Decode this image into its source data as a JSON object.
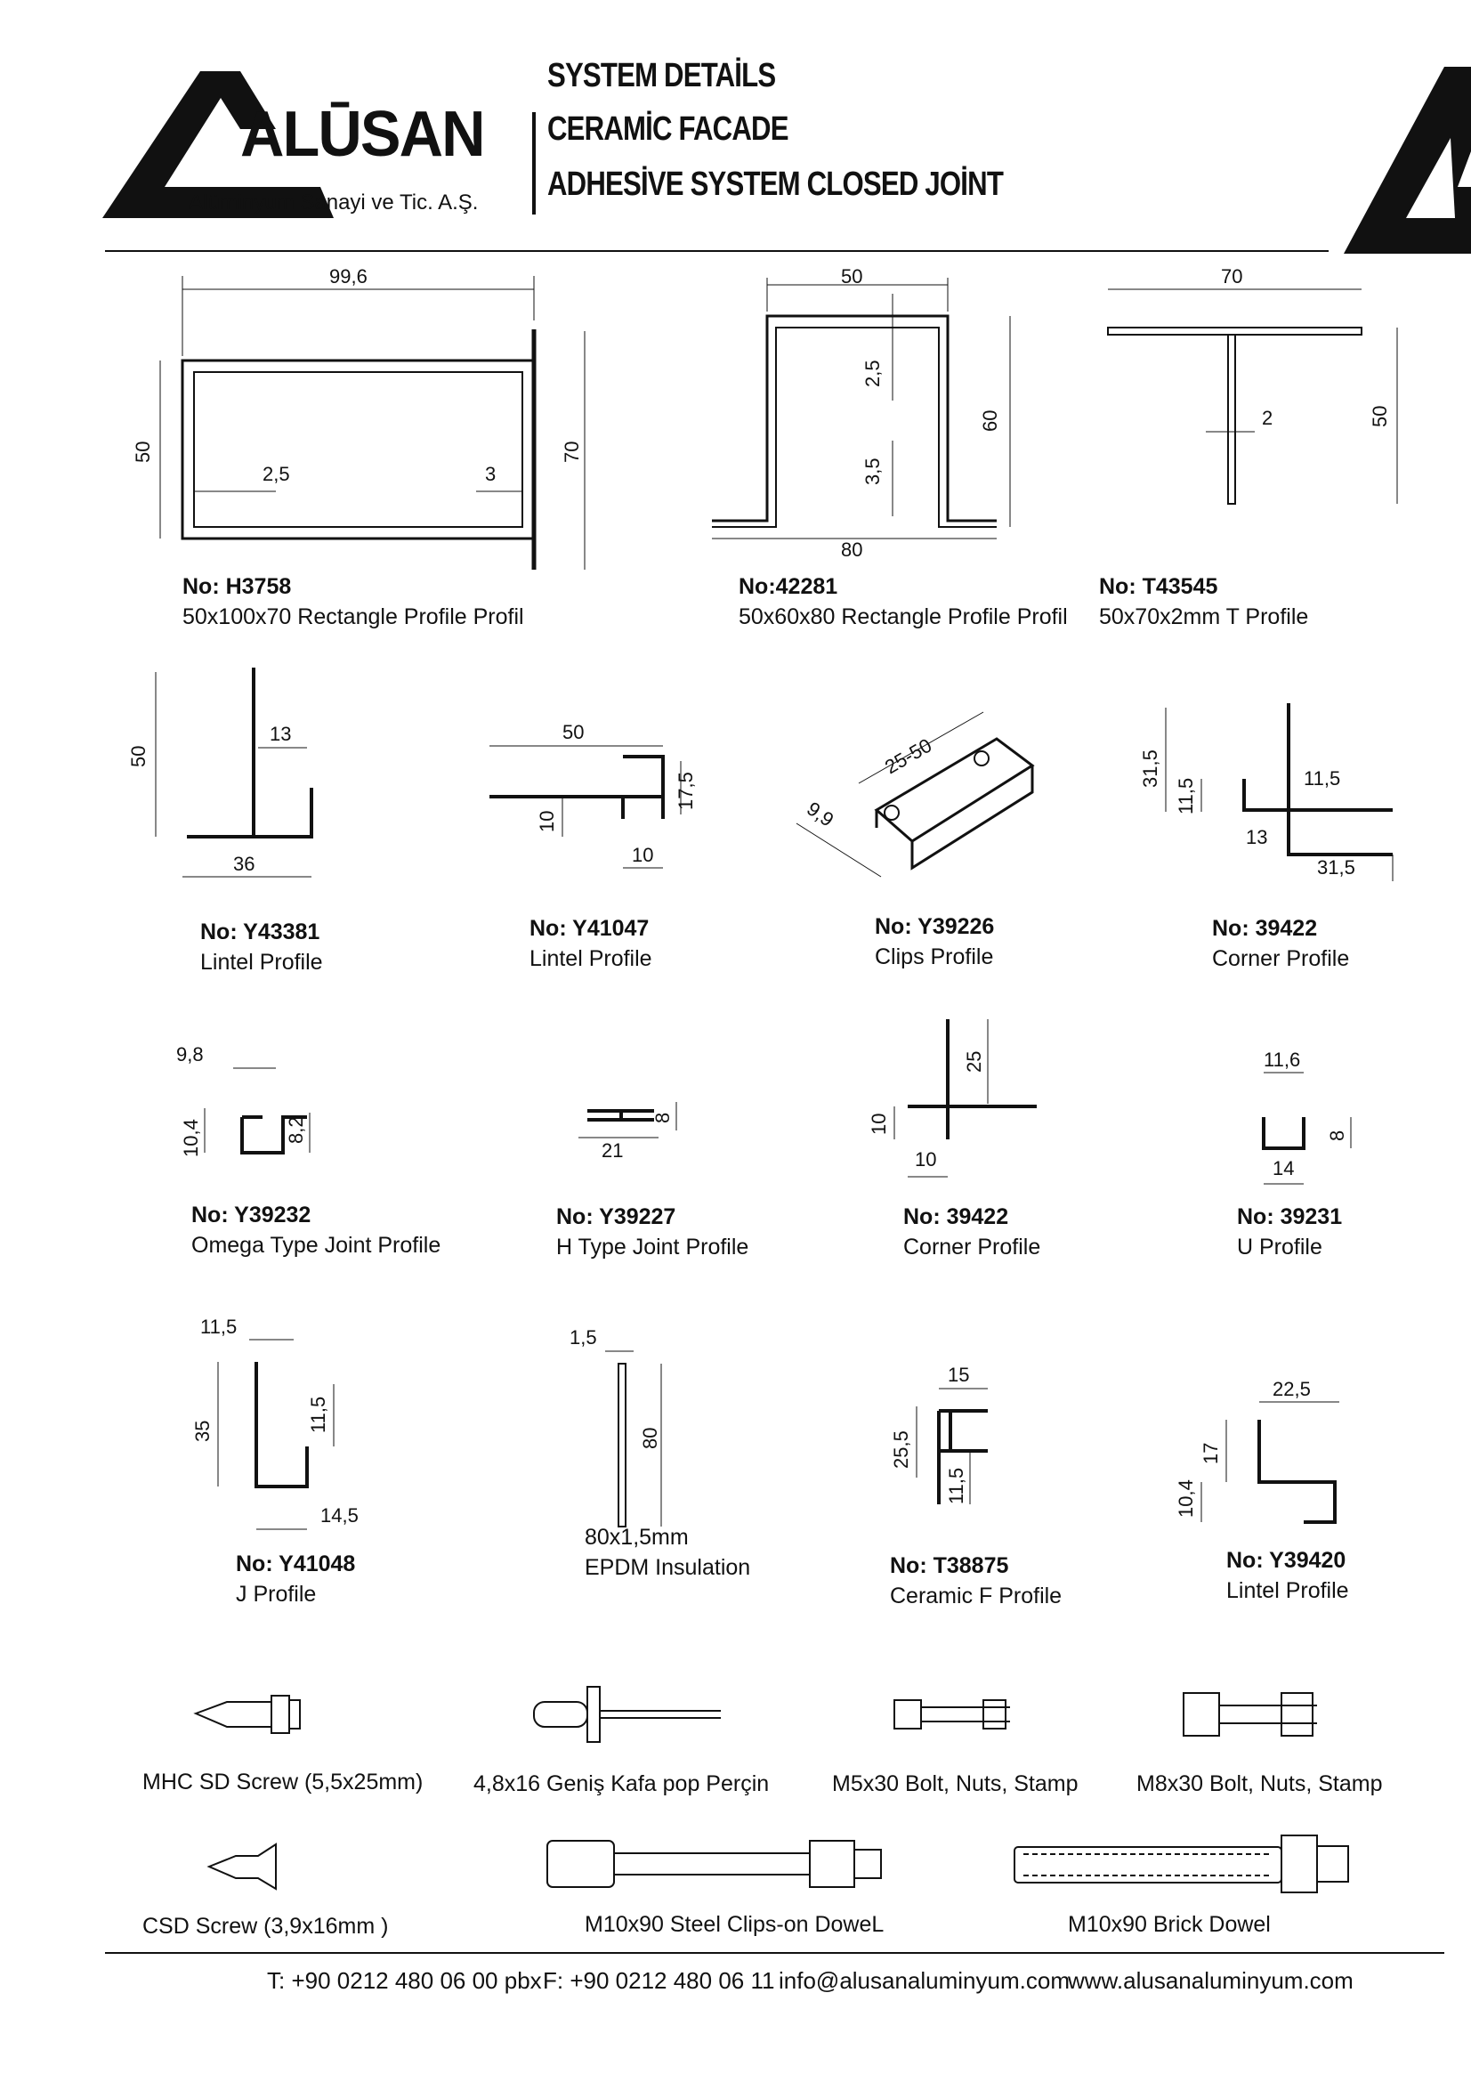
{
  "header": {
    "brand": "ALŪSAN",
    "company": "Alüminyum Sanayi ve Tic. A.Ş.",
    "title_lines": [
      "SYSTEM DETAİLS",
      "CERAMİC FACADE",
      "ADHESİVE SYSTEM CLOSED JOİNT"
    ]
  },
  "profiles": [
    {
      "no": "No: H3758",
      "name": "50x100x70 Rectangle Profile Profil",
      "dims": [
        "99,6",
        "50",
        "70",
        "2,5",
        "3"
      ]
    },
    {
      "no": "No:42281",
      "name": "50x60x80 Rectangle Profile Profil",
      "dims": [
        "50",
        "60",
        "80",
        "2,5",
        "3,5"
      ]
    },
    {
      "no": "No: T43545",
      "name": "50x70x2mm T Profile",
      "dims": [
        "70",
        "50",
        "2"
      ]
    },
    {
      "no": "No: Y43381",
      "name": "Lintel Profile",
      "dims": [
        "50",
        "13",
        "36"
      ]
    },
    {
      "no": "No: Y41047",
      "name": "Lintel Profile",
      "dims": [
        "50",
        "17,5",
        "10",
        "10"
      ]
    },
    {
      "no": "No: Y39226",
      "name": "Clips Profile",
      "dims": [
        "25-50",
        "9,9"
      ]
    },
    {
      "no": "No: 39422",
      "name": "Corner Profile",
      "dims": [
        "31,5",
        "11,5",
        "11,5",
        "13",
        "31,5"
      ]
    },
    {
      "no": "No: Y39232",
      "name": "Omega Type Joint Profile",
      "dims": [
        "9,8",
        "10,4",
        "8,2"
      ]
    },
    {
      "no": "No: Y39227",
      "name": "H Type Joint Profile",
      "dims": [
        "8",
        "21"
      ]
    },
    {
      "no": "No: 39422",
      "name": "Corner Profile",
      "dims": [
        "25",
        "10",
        "10"
      ]
    },
    {
      "no": "No: 39231",
      "name": "U Profile",
      "dims": [
        "11,6",
        "8",
        "14"
      ]
    },
    {
      "no": "No: Y41048",
      "name": "J Profile",
      "dims": [
        "11,5",
        "35",
        "11,5",
        "14,5"
      ]
    },
    {
      "no": "80x1,5mm",
      "name": "EPDM Insulation",
      "dims": [
        "1,5",
        "80"
      ]
    },
    {
      "no": "No: T38875",
      "name": "Ceramic F Profile",
      "dims": [
        "15",
        "25,5",
        "11,5"
      ]
    },
    {
      "no": "No: Y39420",
      "name": "Lintel Profile",
      "dims": [
        "22,5",
        "17",
        "10,4"
      ]
    }
  ],
  "hardware": [
    "MHC SD Screw (5,5x25mm)",
    "4,8x16 Geniş Kafa pop Perçin",
    "M5x30 Bolt, Nuts, Stamp",
    "M8x30 Bolt, Nuts, Stamp",
    "CSD Screw (3,9x16mm )",
    "M10x90 Steel Clips-on DoweL",
    "M10x90 Brick Dowel"
  ],
  "footer": {
    "phone": "T: +90 0212 480 06 00 pbx",
    "fax": "F: +90 0212 480 06 11",
    "email": "info@alusanaluminyum.com",
    "web": "www.alusanaluminyum.com"
  }
}
